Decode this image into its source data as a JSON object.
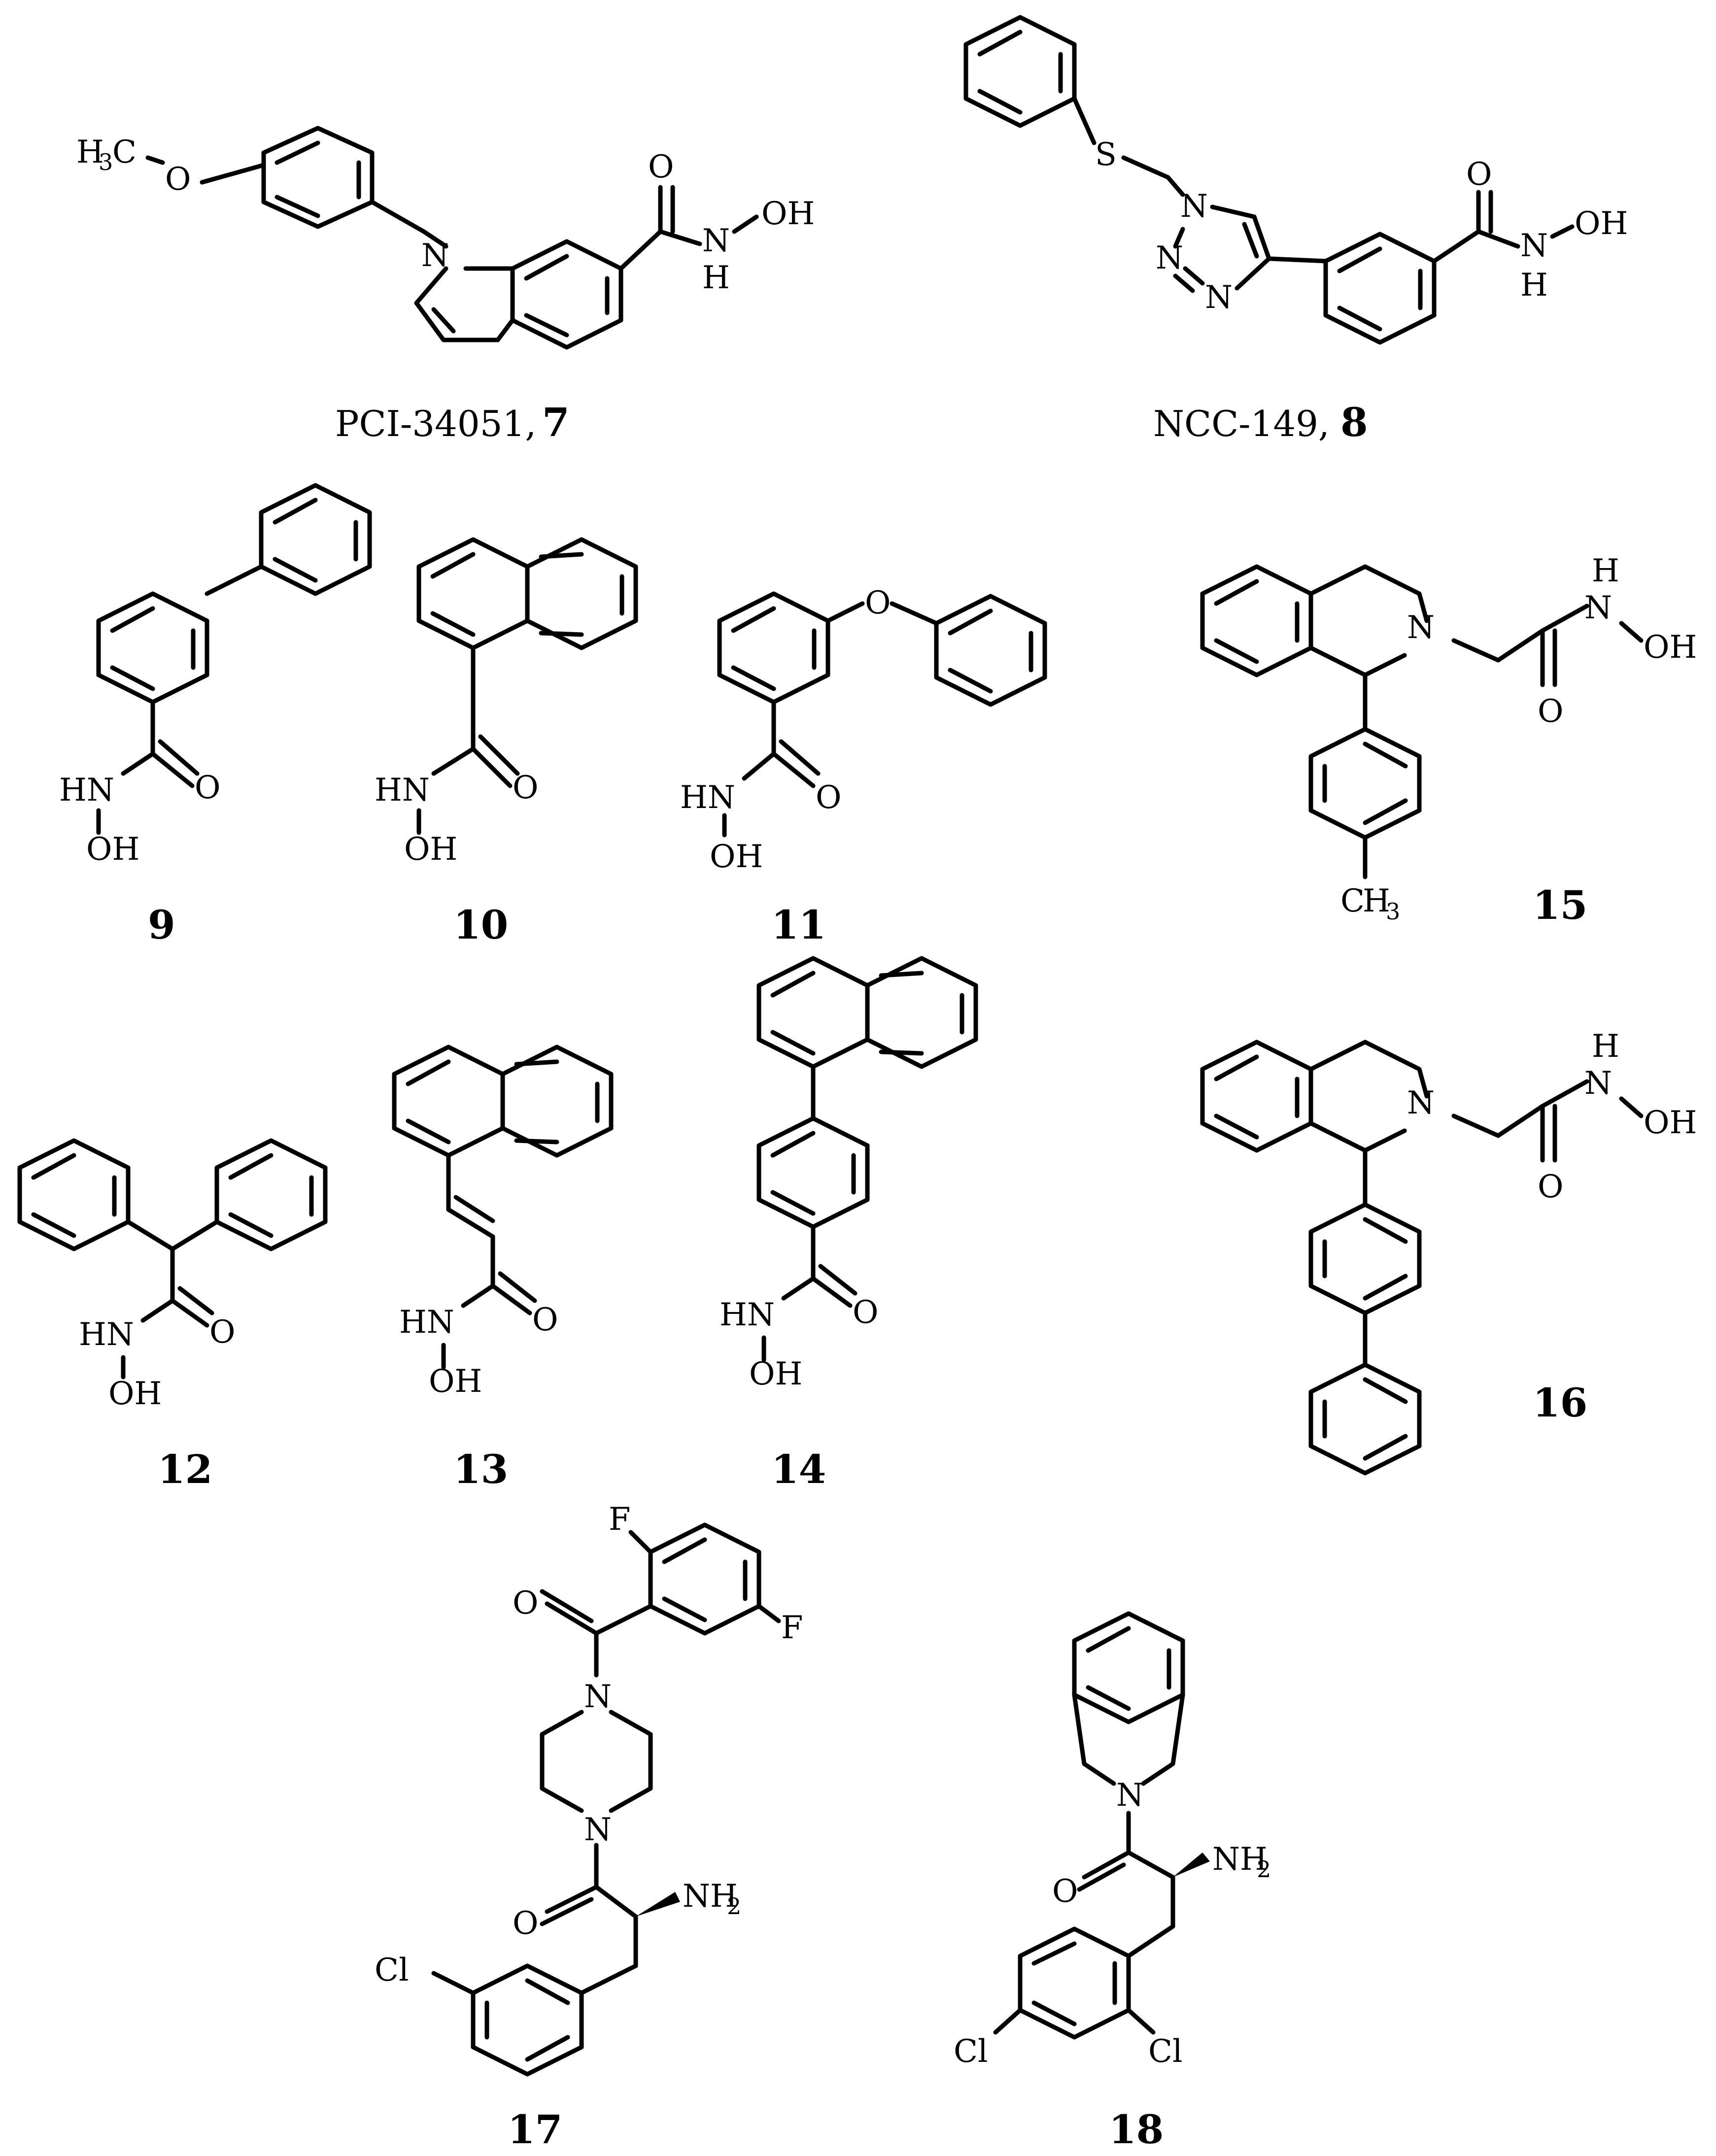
{
  "compounds": [
    {
      "label": "PCI-34051, ",
      "number": "7"
    },
    {
      "label": "NCC-149, ",
      "number": "8"
    },
    {
      "number": "9"
    },
    {
      "number": "10"
    },
    {
      "number": "11"
    },
    {
      "number": "15"
    },
    {
      "number": "12"
    },
    {
      "number": "13"
    },
    {
      "number": "14"
    },
    {
      "number": "16"
    },
    {
      "number": "17"
    },
    {
      "number": "18"
    }
  ],
  "atoms": {
    "H": "H",
    "C": "C",
    "O": "O",
    "N": "N",
    "S": "S",
    "F": "F",
    "Cl": "Cl",
    "OH": "OH",
    "HN": "HN",
    "NH": "NH",
    "sub3": "3",
    "sub2": "2"
  }
}
